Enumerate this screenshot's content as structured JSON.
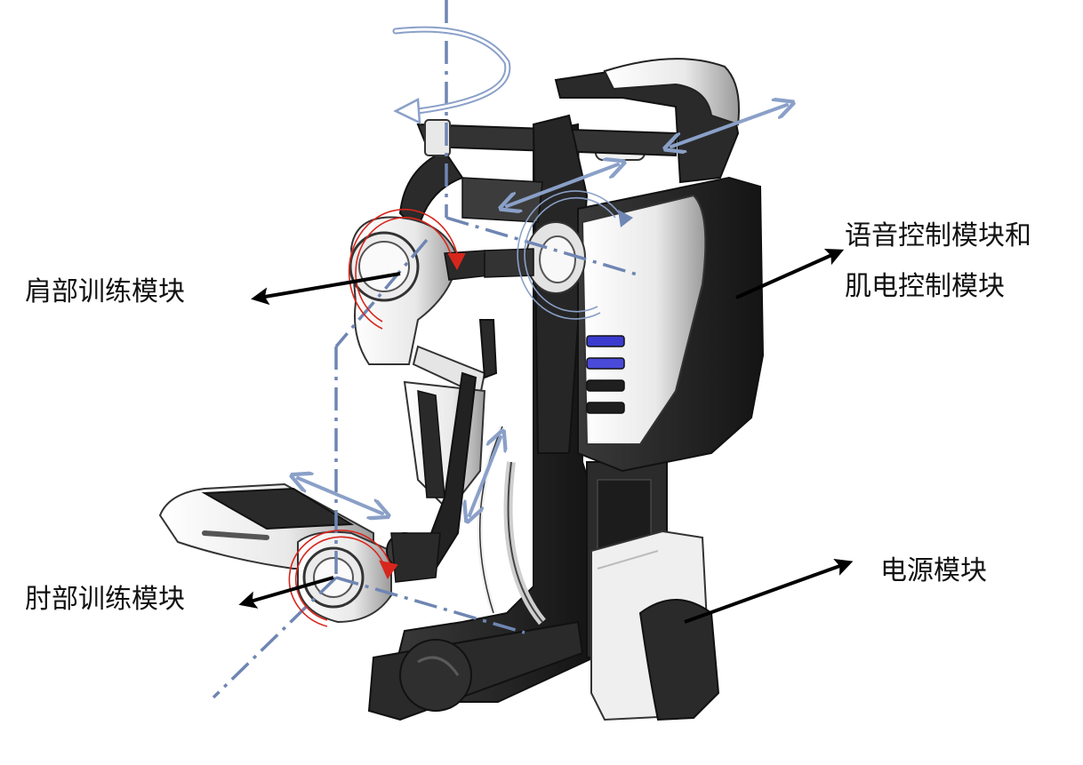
{
  "labels": {
    "shoulder_module": "肩部训练模块",
    "voice_control_line1": "语音控制模块和",
    "voice_control_line2": "肌电控制模块",
    "power_module": "电源模块",
    "elbow_module": "肘部训练模块"
  },
  "colors": {
    "axis_blue": "#6f86b3",
    "arrow_blue": "#8aa0c8",
    "rotation_red": "#d8261c",
    "body_black": "#232323",
    "shell_white": "#f4f4f4",
    "pointer_black": "#000000"
  }
}
